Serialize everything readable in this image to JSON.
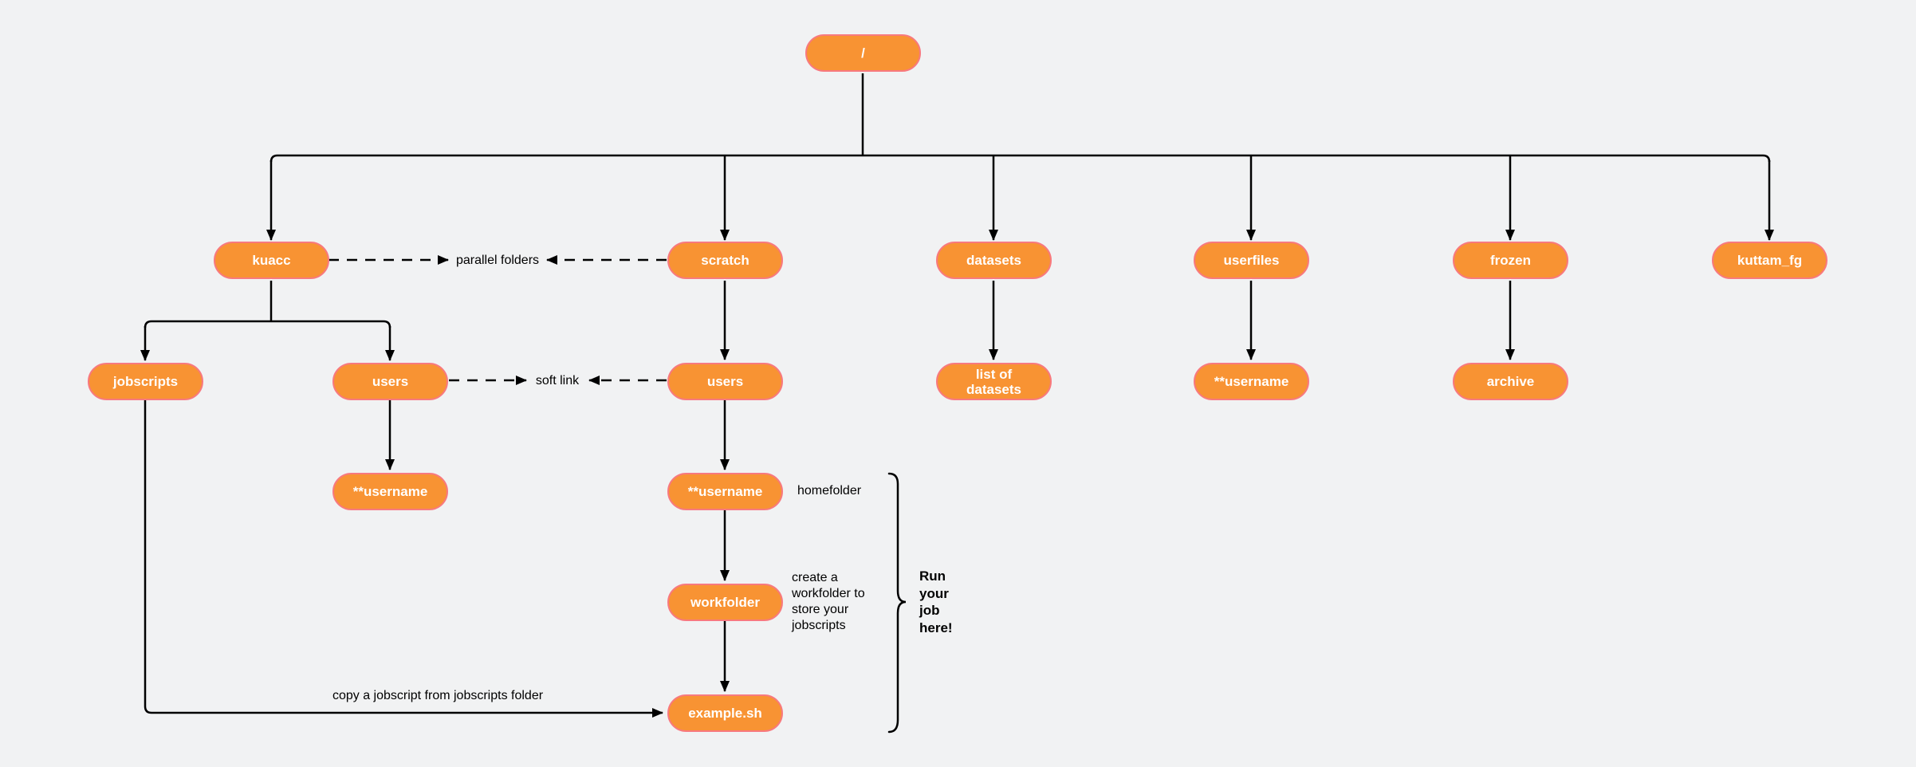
{
  "palette": {
    "background": "#F1F2F3",
    "node_fill": "#F89333",
    "node_border": "#F8797E",
    "node_text": "#FFFFFF",
    "line_color": "#000000"
  },
  "nodes": {
    "root": {
      "label": "/"
    },
    "kuacc": {
      "label": "kuacc"
    },
    "scratch": {
      "label": "scratch"
    },
    "datasets": {
      "label": "datasets"
    },
    "userfiles": {
      "label": "userfiles"
    },
    "frozen": {
      "label": "frozen"
    },
    "kuttam_fg": {
      "label": "kuttam_fg"
    },
    "jobscripts": {
      "label": "jobscripts"
    },
    "users_kuacc": {
      "label": "users"
    },
    "users_scratch": {
      "label": "users"
    },
    "username_kuacc": {
      "label": "**username"
    },
    "username_scratch": {
      "label": "**username"
    },
    "list_of_datasets": {
      "label": "list of\ndatasets"
    },
    "username_userfiles": {
      "label": "**username"
    },
    "archive": {
      "label": "archive"
    },
    "workfolder": {
      "label": "workfolder"
    },
    "example_sh": {
      "label": "example.sh"
    }
  },
  "annotations": {
    "parallel_folders": "parallel folders",
    "soft_link": "soft link",
    "homefolder": "homefolder",
    "workfolder_note": "create a\nworkfolder to\nstore your\njobscripts",
    "run_note": "Run\nyour\njob\nhere!",
    "copy_note": "copy a jobscript from jobscripts folder"
  }
}
